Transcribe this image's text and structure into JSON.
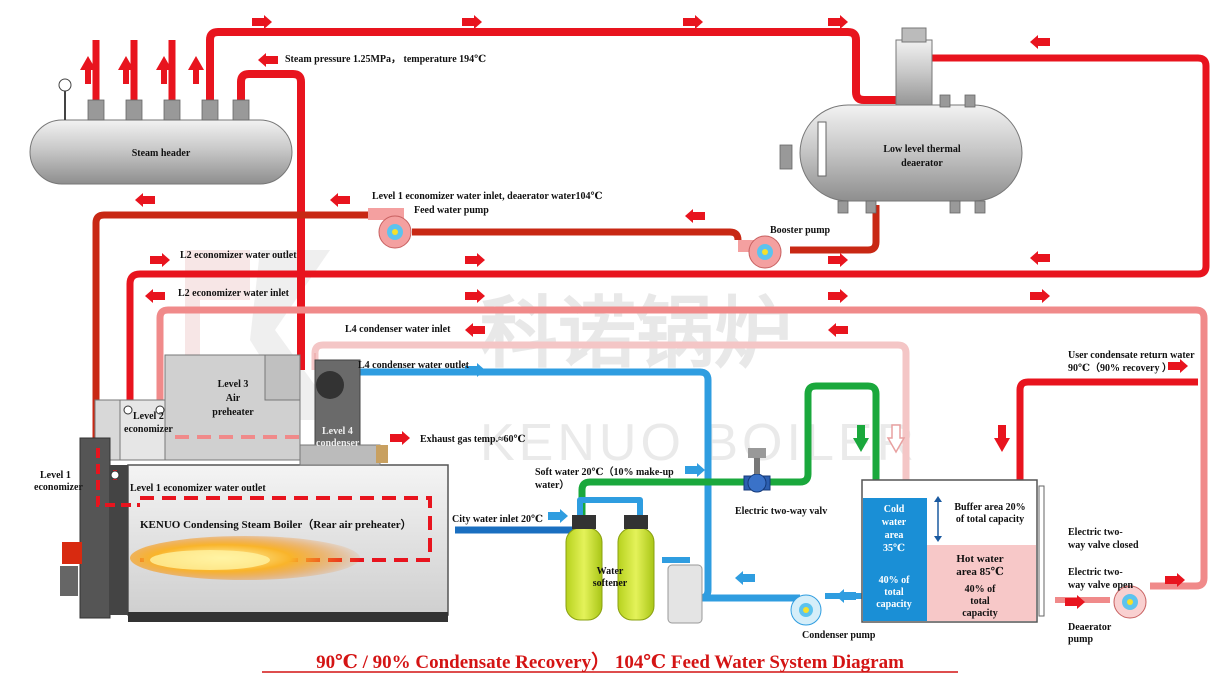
{
  "watermark": {
    "cn": "科诺锅炉",
    "en": "KENUO BOILER"
  },
  "title": "90℃ / 90% Condensate Recovery） 104℃ Feed Water System Diagram",
  "labels": {
    "steam_header": "Steam header",
    "steam_pressure": "Steam pressure 1.25MPa， temperature 194℃",
    "deaerator_line1": "Low level thermal",
    "deaerator_line2": "deaerator",
    "l1_econ_inlet": "Level 1 economizer water inlet, deaerator water104℃",
    "feed_pump": "Feed water pump",
    "booster_pump": "Booster pump",
    "l2_econ_outlet": "L2 economizer water outlet",
    "l2_econ_inlet": "L2 economizer water inlet",
    "l4_cond_inlet": "L4 condenser water inlet",
    "l4_cond_outlet": "L4 condenser water outlet",
    "air_pre_1": "Level 3",
    "air_pre_2": "Air",
    "air_pre_3": "preheater",
    "l2_econ_1": "Level 2",
    "l2_econ_2": "economizer",
    "l4_cond_1": "Level 4",
    "l4_cond_2": "condenser",
    "exhaust": "Exhaust gas temp.≈60℃",
    "l1_econ_left_1": "Level 1",
    "l1_econ_left_2": "economizer",
    "l1_econ_outlet": "Level 1 economizer water outlet",
    "boiler_name": "KENUO Condensing Steam Boiler（Rear air preheater）",
    "soft_water_1": "Soft water 20℃（10% make-up",
    "soft_water_2": "water）",
    "city_water": "City water inlet 20℃",
    "softener_1": "Water",
    "softener_2": "softener",
    "e_valve": "Electric two-way valv",
    "cold_1": "Cold",
    "cold_2": "water",
    "cold_3": "area",
    "cold_4": "35℃",
    "cold_cap_1": "40% of",
    "cold_cap_2": "total",
    "cold_cap_3": "capacity",
    "buffer_1": "Buffer area 20%",
    "buffer_2": "of total capacity",
    "hot_1": "Hot water",
    "hot_2": "area 85℃",
    "hot_cap_1": "40% of",
    "hot_cap_2": "total",
    "hot_cap_3": "capacity",
    "condenser_pump": "Condenser pump",
    "user_return_1": "User condensate return water",
    "user_return_2": "90℃（90% recovery ）",
    "valve_closed_1": "Electric two-",
    "valve_closed_2": "way valve closed",
    "valve_open_1": "Electric two-",
    "valve_open_2": "way valve open",
    "deaerator_pump_1": "Deaerator",
    "deaerator_pump_2": "pump"
  },
  "colors": {
    "steam": "#e8141e",
    "feed_water": "#c82814",
    "l2_econ_pipe": "#f08a8a",
    "l4_pipe": "#f4c6c6",
    "blue_pipe": "#2f9de0",
    "green_pipe": "#1aa83c",
    "tank_cold": "#1a8fd6",
    "tank_hot": "#f7c8c8",
    "title": "#d41414"
  }
}
